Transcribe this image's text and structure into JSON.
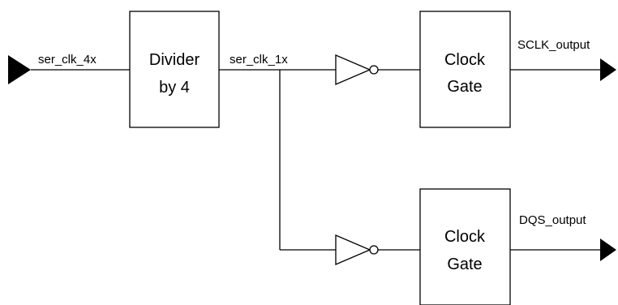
{
  "diagram": {
    "input_signal": "ser_clk_4x",
    "divider": {
      "line1": "Divider",
      "line2": "by 4"
    },
    "divided_signal": "ser_clk_1x",
    "gate_top": {
      "line1": "Clock",
      "line2": "Gate"
    },
    "gate_bottom": {
      "line1": "Clock",
      "line2": "Gate"
    },
    "output_top": "SCLK_output",
    "output_bottom": "DQS_output"
  }
}
